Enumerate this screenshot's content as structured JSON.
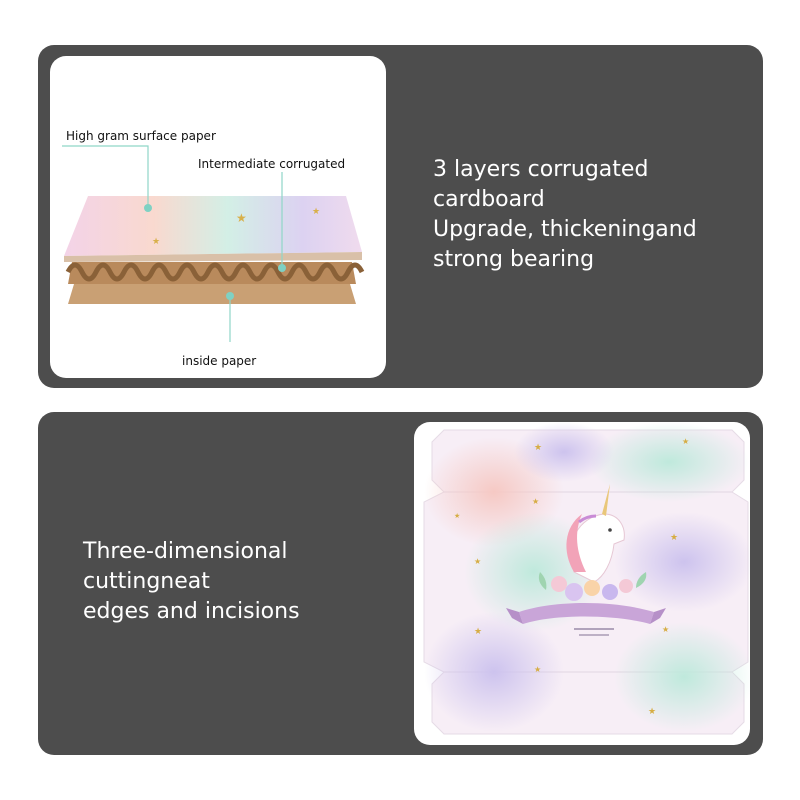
{
  "layers_panel": {
    "labels": {
      "surface": "High gram surface paper",
      "intermediate": "Intermediate corrugated",
      "inside": "inside paper"
    },
    "text_lines": [
      "3 layers corrugated",
      "cardboard",
      "Upgrade, thickeningand",
      "strong bearing"
    ]
  },
  "box_panel": {
    "text_lines": [
      "Three-dimensional",
      "cuttingneat",
      "edges and incisions"
    ]
  },
  "colors": {
    "panel_bg": "#4d4d4d",
    "callout_dot": "#7fd1c3",
    "kraft": "#c49a6c",
    "print_pink": "#f2d9ea",
    "print_mint": "#cfeee6",
    "print_lavender": "#d8cff0"
  }
}
